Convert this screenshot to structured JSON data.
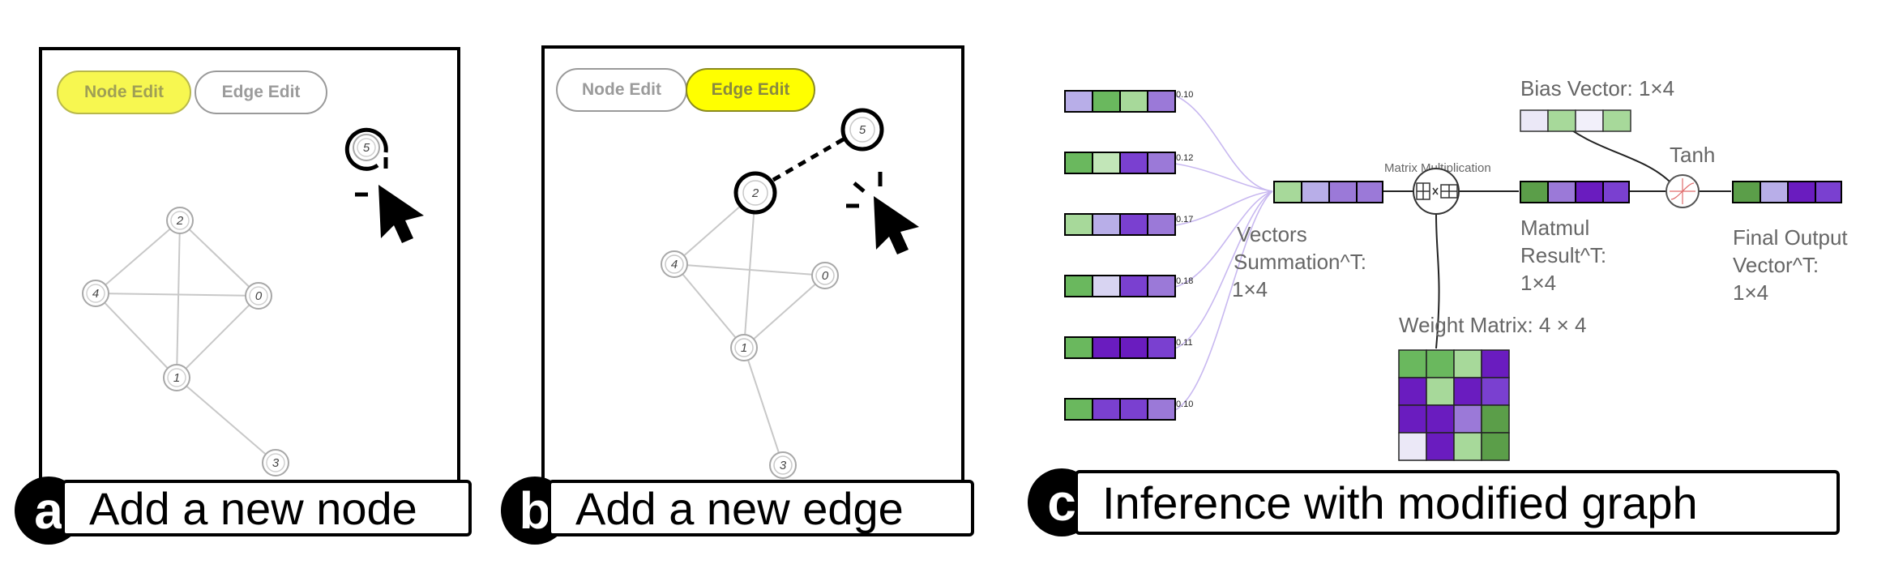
{
  "panel_a": {
    "buttons": {
      "node_edit": "Node Edit",
      "edge_edit": "Edge Edit"
    },
    "nodes": [
      "0",
      "1",
      "2",
      "3",
      "4",
      "5"
    ],
    "caption_letter": "a",
    "caption": "Add a new node"
  },
  "panel_b": {
    "buttons": {
      "node_edit": "Node Edit",
      "edge_edit": "Edge Edit"
    },
    "nodes": [
      "0",
      "1",
      "2",
      "3",
      "4",
      "5"
    ],
    "caption_letter": "b",
    "caption": "Add a new edge"
  },
  "panel_c": {
    "caption_letter": "c",
    "caption": "Inference with modified graph",
    "input_values": [
      "0.10",
      "0.12",
      "0.17",
      "0.18",
      "0.11",
      "0.10"
    ],
    "labels": {
      "vectors_sum": "Vectors",
      "vectors_sum_2": "Summation^T:",
      "vectors_sum_3": "1×4",
      "matmul_op": "Matrix Multiplication",
      "bias": "Bias Vector: 1×4",
      "tanh": "Tanh",
      "matmul_result": "Matmul",
      "matmul_result_2": "Result^T:",
      "matmul_result_3": "1×4",
      "final": "Final Output",
      "final_2": "Vector^T:",
      "final_3": "1×4",
      "weight": "Weight Matrix: 4 × 4"
    }
  },
  "colors": {
    "light_green": "#a7d99a",
    "green": "#6ab85e",
    "dark_green": "#5b9e49",
    "lavender": "#b8aee8",
    "light_purple": "#9b79d8",
    "purple": "#7a40d0",
    "dark_purple": "#6a1cbf",
    "pale": "#ebe8f7",
    "yellow": "#ffff00"
  }
}
